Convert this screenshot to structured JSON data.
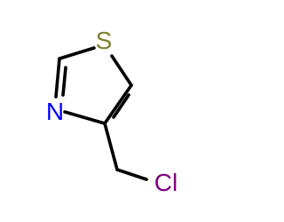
{
  "molecule": {
    "atoms": [
      {
        "id": "S1",
        "label": "S",
        "color": "#808033"
      },
      {
        "id": "N3",
        "label": "N",
        "color": "#0000ff"
      },
      {
        "id": "Cl",
        "label": "Cl",
        "color": "#800080"
      }
    ]
  }
}
